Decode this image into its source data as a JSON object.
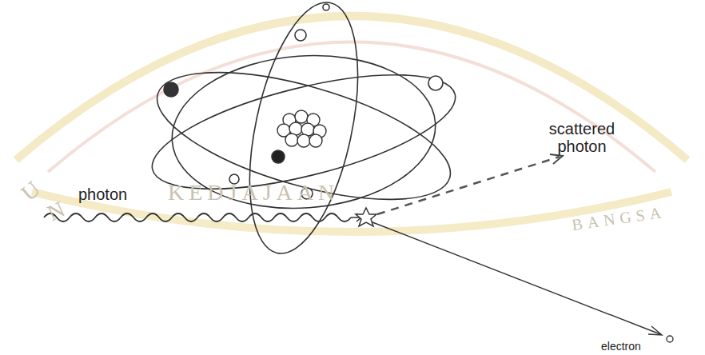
{
  "diagram": {
    "labels": [
      "scattered photon",
      "photon",
      "electron",
      "KEDJAJAAN",
      "BANGSA",
      "U",
      "N"
    ]
  }
}
